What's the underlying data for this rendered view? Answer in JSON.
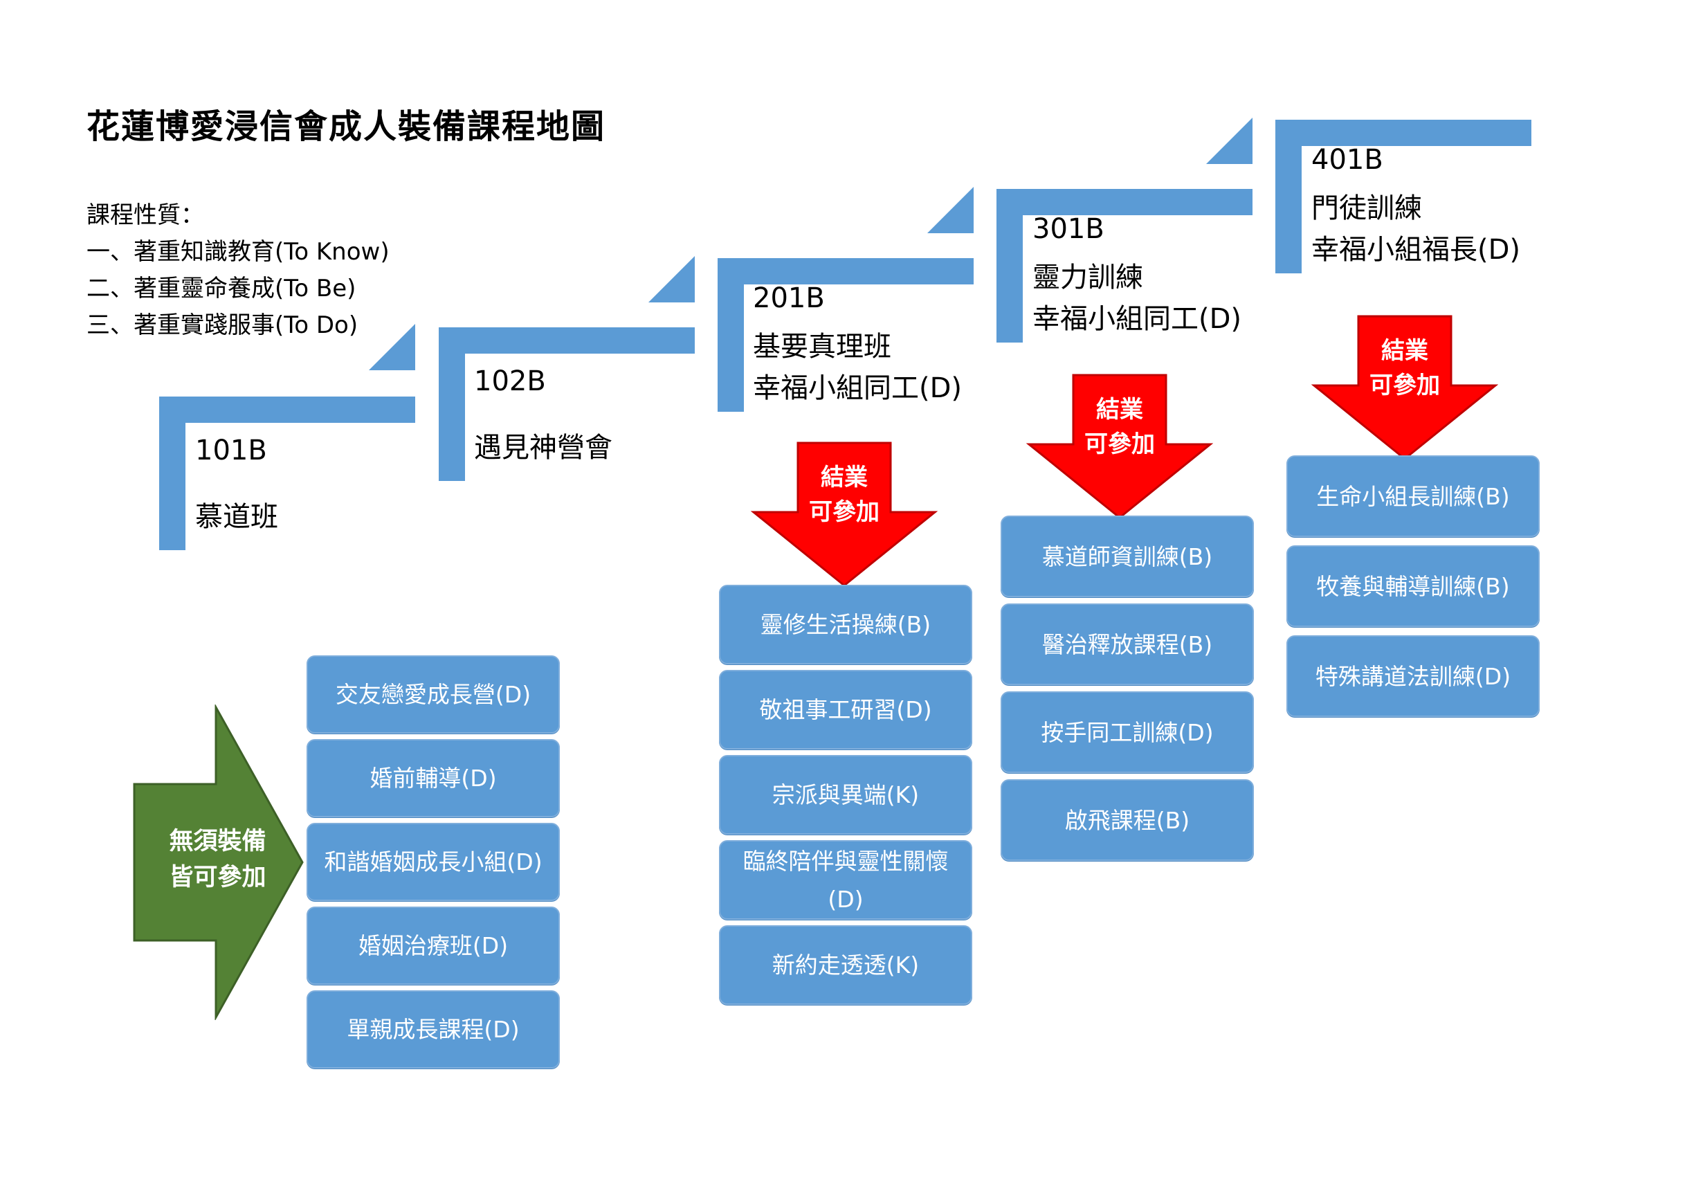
{
  "title": "花蓮博愛浸信會成人裝備課程地圖",
  "legend": {
    "heading": "課程性質：",
    "items": [
      "一、著重知識教育(To Know)",
      "二、著重靈命養成(To Be)",
      "三、著重實踐服事(To Do)"
    ]
  },
  "colors": {
    "step_blue": "#5b9bd5",
    "arrow_red": "#ff0000",
    "arrow_green": "#548235"
  },
  "steps": [
    {
      "code": "101B",
      "lines": [
        "慕道班"
      ]
    },
    {
      "code": "102B",
      "lines": [
        "遇見神營會"
      ]
    },
    {
      "code": "201B",
      "lines": [
        "基要真理班",
        "幸福小組同工(D)"
      ]
    },
    {
      "code": "301B",
      "lines": [
        "靈力訓練",
        "幸福小組同工(D)"
      ]
    },
    {
      "code": "401B",
      "lines": [
        "門徒訓練",
        "幸福小組福長(D)"
      ]
    }
  ],
  "arrows": {
    "graduate_line1": "結業",
    "graduate_line2": "可參加",
    "open_line1": "無須裝備",
    "open_line2": "皆可參加"
  },
  "courses": {
    "open": [
      "交友戀愛成長營(D)",
      "婚前輔導(D)",
      "和諧婚姻成長小組(D)",
      "婚姻治療班(D)",
      "單親成長課程(D)"
    ],
    "after_201B": [
      "靈修生活操練(B)",
      "敬祖事工研習(D)",
      "宗派與異端(K)",
      "臨終陪伴與靈性關懷(D)",
      "新約走透透(K)"
    ],
    "after_301B": [
      "慕道師資訓練(B)",
      "醫治釋放課程(B)",
      "按手同工訓練(D)",
      "啟飛課程(B)"
    ],
    "after_401B": [
      "生命小組長訓練(B)",
      "牧養與輔導訓練(B)",
      "特殊講道法訓練(D)"
    ]
  }
}
